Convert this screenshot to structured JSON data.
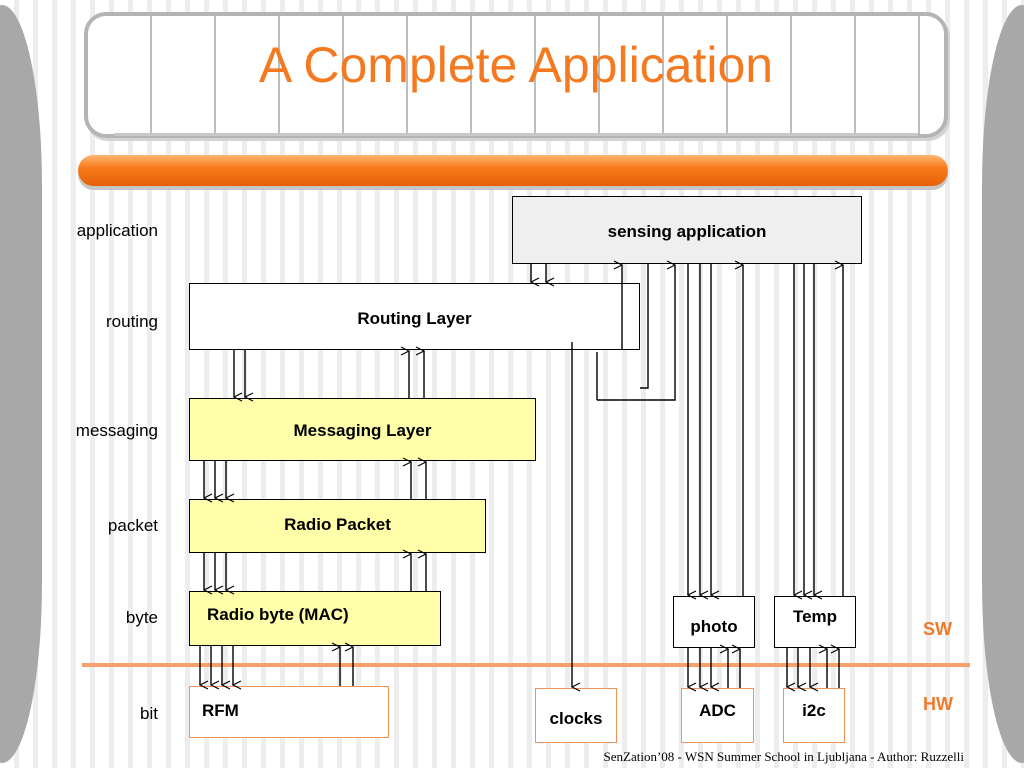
{
  "slide": {
    "title": "A Complete Application",
    "footer": "SenZation’08 - WSN Summer School in Ljubljana - Author: Ruzzelli",
    "sw_label": "SW",
    "hw_label": "HW"
  },
  "layers": [
    "application",
    "routing",
    "messaging",
    "packet",
    "byte",
    "bit"
  ],
  "components": {
    "sensing_application": "sensing application",
    "routing_layer": "Routing Layer",
    "messaging_layer": "Messaging Layer",
    "radio_packet": "Radio Packet",
    "radio_byte": "Radio byte (MAC)",
    "photo": "photo",
    "temp": "Temp",
    "rfm": "RFM",
    "clocks": "clocks",
    "adc": "ADC",
    "i2c": "i2c"
  },
  "colors": {
    "accent": "#f37a21",
    "hw_line": "#f7a06a",
    "software_box": "#ffffaa",
    "hardware_border": "#f0925a"
  }
}
